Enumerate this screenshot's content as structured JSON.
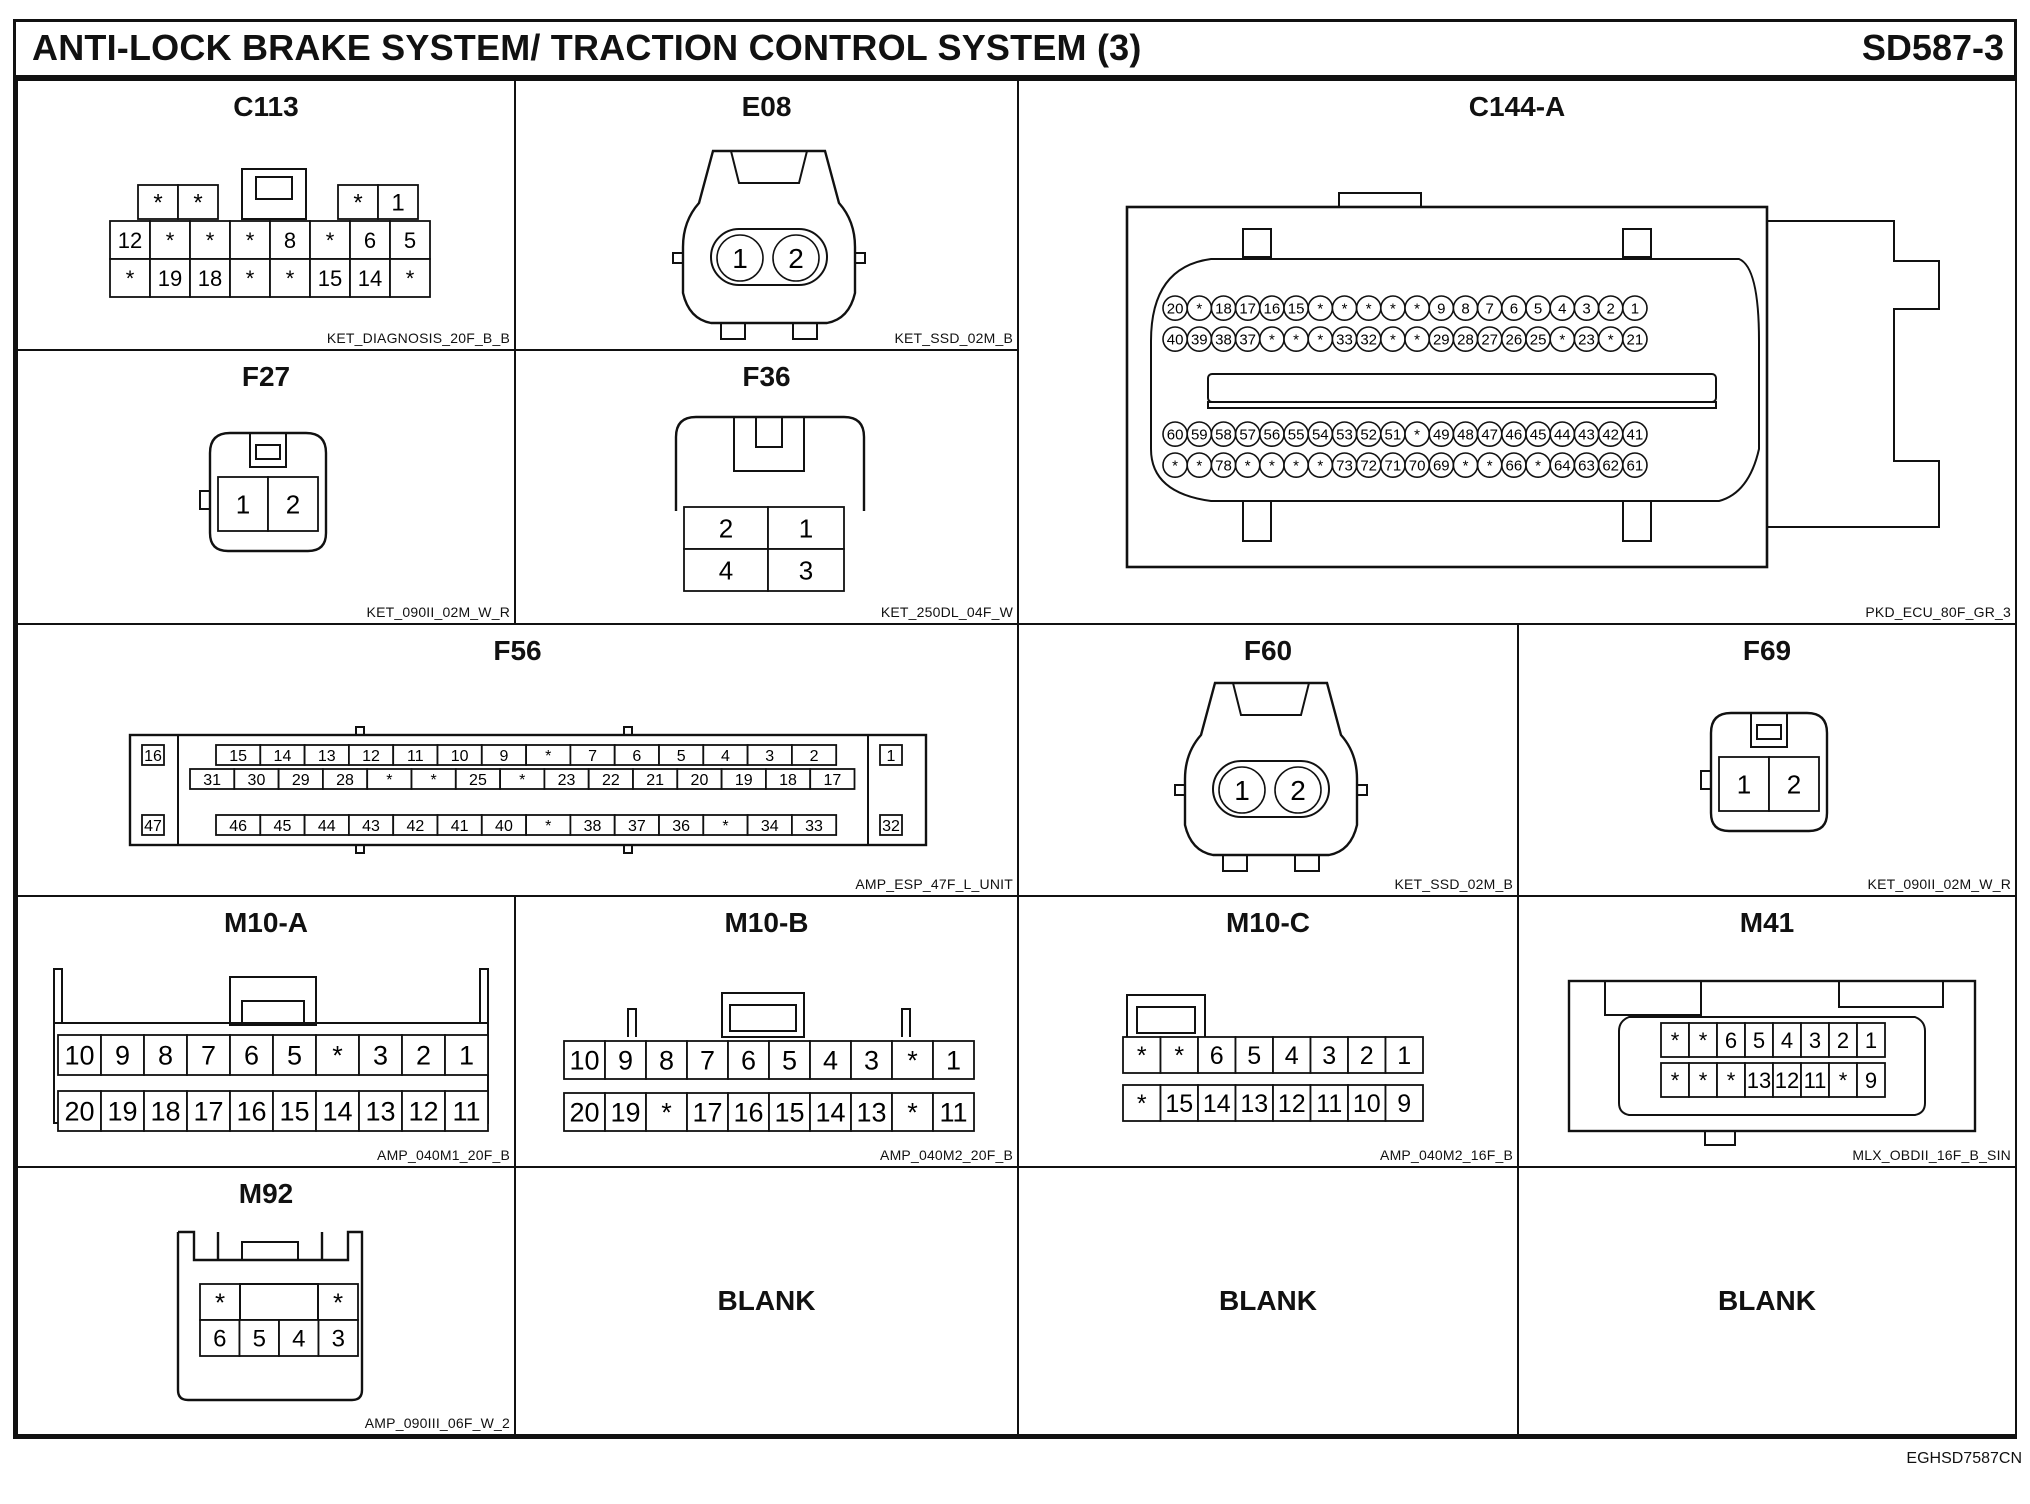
{
  "page": {
    "title": "ANTI-LOCK BRAKE SYSTEM/ TRACTION CONTROL SYSTEM (3)",
    "code": "SD587-3",
    "footer_code": "EGHSD7587CN"
  },
  "connectors": [
    {
      "id": "C113",
      "name": "C113",
      "part": "KET_DIAGNOSIS_20F_B_B",
      "rows": [
        [
          "*",
          "*",
          "*",
          "1"
        ],
        [
          "12",
          "*",
          "*",
          "*",
          "8",
          "*",
          "6",
          "5"
        ],
        [
          "*",
          "19",
          "18",
          "*",
          "*",
          "15",
          "14",
          "*"
        ]
      ]
    },
    {
      "id": "E08",
      "name": "E08",
      "part": "KET_SSD_02M_B",
      "rows": [
        [
          "1",
          "2"
        ]
      ]
    },
    {
      "id": "C144A",
      "name": "C144-A",
      "part": "PKD_ECU_80F_GR_3",
      "rows": [
        [
          "20",
          "*",
          "18",
          "17",
          "16",
          "15",
          "*",
          "*",
          "*",
          "*",
          "*",
          "9",
          "8",
          "7",
          "6",
          "5",
          "4",
          "3",
          "2",
          "1"
        ],
        [
          "40",
          "39",
          "38",
          "37",
          "*",
          "*",
          "*",
          "33",
          "32",
          "*",
          "*",
          "29",
          "28",
          "27",
          "26",
          "25",
          "*",
          "23",
          "*",
          "21"
        ],
        [
          "60",
          "59",
          "58",
          "57",
          "56",
          "55",
          "54",
          "53",
          "52",
          "51",
          "*",
          "49",
          "48",
          "47",
          "46",
          "45",
          "44",
          "43",
          "42",
          "41"
        ],
        [
          "*",
          "*",
          "78",
          "*",
          "*",
          "*",
          "*",
          "73",
          "72",
          "71",
          "70",
          "69",
          "*",
          "*",
          "66",
          "*",
          "64",
          "63",
          "62",
          "61"
        ]
      ]
    },
    {
      "id": "F27",
      "name": "F27",
      "part": "KET_090II_02M_W_R",
      "rows": [
        [
          "1",
          "2"
        ]
      ]
    },
    {
      "id": "F36",
      "name": "F36",
      "part": "KET_250DL_04F_W",
      "rows": [
        [
          "2",
          "1"
        ],
        [
          "4",
          "3"
        ]
      ]
    },
    {
      "id": "F56",
      "name": "F56",
      "part": "AMP_ESP_47F_L_UNIT",
      "rows": [
        [
          "16",
          "15",
          "14",
          "13",
          "12",
          "11",
          "10",
          "9",
          "*",
          "7",
          "6",
          "5",
          "4",
          "3",
          "2",
          "1"
        ],
        [
          "31",
          "30",
          "29",
          "28",
          "*",
          "*",
          "25",
          "*",
          "23",
          "22",
          "21",
          "20",
          "19",
          "18",
          "17"
        ],
        [
          "47",
          "46",
          "45",
          "44",
          "43",
          "42",
          "41",
          "40",
          "*",
          "38",
          "37",
          "36",
          "*",
          "34",
          "33",
          "32"
        ]
      ]
    },
    {
      "id": "F60",
      "name": "F60",
      "part": "KET_SSD_02M_B",
      "rows": [
        [
          "1",
          "2"
        ]
      ]
    },
    {
      "id": "F69",
      "name": "F69",
      "part": "KET_090II_02M_W_R",
      "rows": [
        [
          "1",
          "2"
        ]
      ]
    },
    {
      "id": "M10A",
      "name": "M10-A",
      "part": "AMP_040M1_20F_B",
      "rows": [
        [
          "10",
          "9",
          "8",
          "7",
          "6",
          "5",
          "*",
          "3",
          "2",
          "1"
        ],
        [
          "20",
          "19",
          "18",
          "17",
          "16",
          "15",
          "14",
          "13",
          "12",
          "11"
        ]
      ]
    },
    {
      "id": "M10B",
      "name": "M10-B",
      "part": "AMP_040M2_20F_B",
      "rows": [
        [
          "10",
          "9",
          "8",
          "7",
          "6",
          "5",
          "4",
          "3",
          "*",
          "1"
        ],
        [
          "20",
          "19",
          "*",
          "17",
          "16",
          "15",
          "14",
          "13",
          "*",
          "11"
        ]
      ]
    },
    {
      "id": "M10C",
      "name": "M10-C",
      "part": "AMP_040M2_16F_B",
      "rows": [
        [
          "*",
          "*",
          "6",
          "5",
          "4",
          "3",
          "2",
          "1"
        ],
        [
          "*",
          "15",
          "14",
          "13",
          "12",
          "11",
          "10",
          "9"
        ]
      ]
    },
    {
      "id": "M41",
      "name": "M41",
      "part": "MLX_OBDII_16F_B_SIN",
      "rows": [
        [
          "*",
          "*",
          "6",
          "5",
          "4",
          "3",
          "2",
          "1"
        ],
        [
          "*",
          "*",
          "*",
          "13",
          "12",
          "11",
          "*",
          "9"
        ]
      ]
    },
    {
      "id": "M92",
      "name": "M92",
      "part": "AMP_090III_06F_W_2",
      "rows": [
        [
          "*",
          "*"
        ],
        [
          "6",
          "5",
          "4",
          "3"
        ]
      ]
    }
  ],
  "blanks": [
    "BLANK",
    "BLANK",
    "BLANK"
  ]
}
